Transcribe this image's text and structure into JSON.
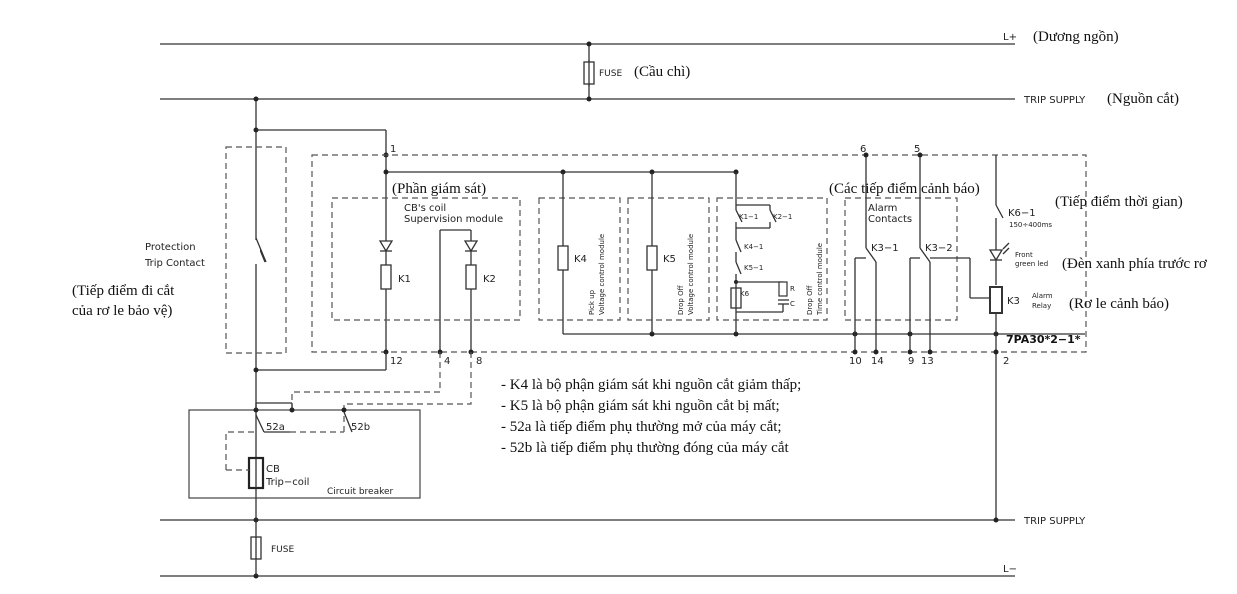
{
  "rails": {
    "l_plus": "L+",
    "l_plus_vi": "(Dương ngồn)",
    "fuse_top": "FUSE",
    "fuse_top_vi": "(Cầu chì)",
    "trip_supply_top": "TRIP SUPPLY",
    "trip_supply_top_vi": "(Nguồn cắt)",
    "trip_supply_bottom": "TRIP SUPPLY",
    "fuse_bottom": "FUSE",
    "l_minus": "L−"
  },
  "protection": {
    "label_line1": "Protection",
    "label_line2": "Trip Contact",
    "vi_line1": "(Tiếp điểm đi cắt",
    "vi_line2": "của rơ le bảo vệ)"
  },
  "supervision": {
    "vi": "(Phần giám sát)",
    "title_line1": "CB's coil",
    "title_line2": "Supervision module",
    "k1": "K1",
    "k2": "K2"
  },
  "modules": {
    "k4": "K4",
    "k4_text_line1": "Pick up",
    "k4_text_line2": "Voltage control module",
    "k5": "K5",
    "k5_text_line1": "Drop Off",
    "k5_text_line2": "Voltage control module",
    "k1_1": "K1−1",
    "k2_1": "K2−1",
    "k4_1": "K4−1",
    "k5_1": "K5−1",
    "k6": "K6",
    "r": "R",
    "c": "C",
    "time_text_line1": "Drop Off",
    "time_text_line2": "Time control module"
  },
  "alarm": {
    "vi": "(Các tiếp điểm cảnh báo)",
    "title_line1": "Alarm",
    "title_line2": "Contacts",
    "k3_1": "K3−1",
    "k3_2": "K3−2",
    "k6_1": "K6−1",
    "k6_1_time": "150÷400ms",
    "k6_vi": "(Tiếp điểm thời gian)",
    "led_line1": "Front",
    "led_line2": "green led",
    "led_vi": "(Đèn xanh phía trước rơ",
    "k3": "K3",
    "k3_alarm": "Alarm",
    "k3_relay": "Relay",
    "k3_vi": "(Rơ le cảnh báo)"
  },
  "device": {
    "model": "7PA30*2−1*"
  },
  "terminals": {
    "t1": "1",
    "t6": "6",
    "t5": "5",
    "t12": "12",
    "t4": "4",
    "t8": "8",
    "t10": "10",
    "t14": "14",
    "t9": "9",
    "t13": "13",
    "t2": "2"
  },
  "breaker": {
    "c52a": "52a",
    "c52b": "52b",
    "cb": "CB",
    "trip_coil": "Trip−coil",
    "label": "Circuit breaker"
  },
  "notes": [
    "- K4 là bộ phận giám sát khi nguồn cắt giảm thấp;",
    "- K5 là bộ phận giám sát khi nguồn cắt bị mất;",
    "- 52a là tiếp điểm phụ thường mở của máy cắt;",
    "- 52b là tiếp điểm phụ thường đóng của máy cắt"
  ]
}
